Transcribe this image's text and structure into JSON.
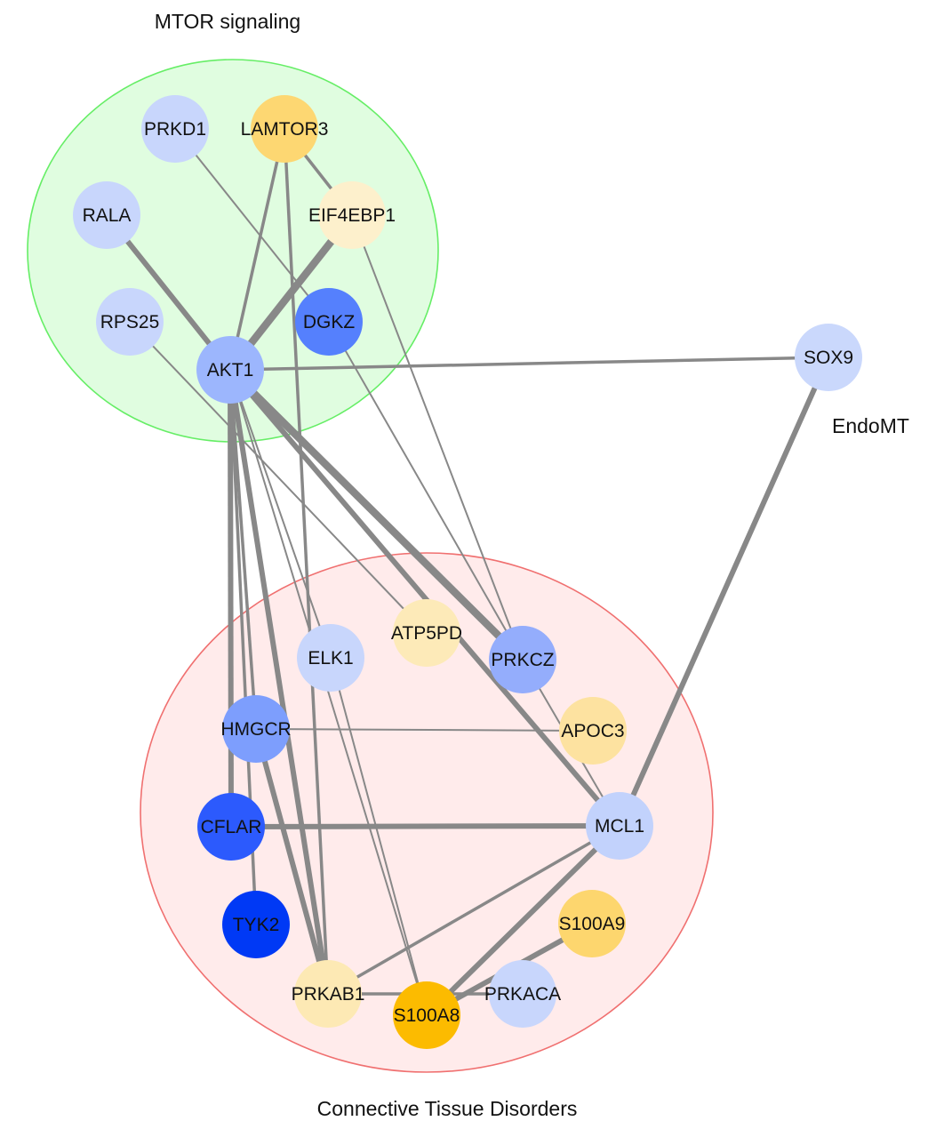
{
  "groups": [
    {
      "id": "mtor",
      "label": "MTOR signaling",
      "fill": "#e0fde0",
      "stroke": "#66ee66"
    },
    {
      "id": "ctd",
      "label": "Connective Tissue Disorders",
      "fill": "#ffebeb",
      "stroke": "#f07070"
    },
    {
      "id": "endomt",
      "label": "EndoMT"
    }
  ],
  "nodes": [
    {
      "id": "PRKD1",
      "label": "PRKD1",
      "color": "#c8d6fc",
      "group": "mtor"
    },
    {
      "id": "LAMTOR3",
      "label": "LAMTOR3",
      "color": "#fdd772",
      "group": "mtor"
    },
    {
      "id": "RALA",
      "label": "RALA",
      "color": "#c8d6fc",
      "group": "mtor"
    },
    {
      "id": "EIF4EBP1",
      "label": "EIF4EBP1",
      "color": "#fdf0cc",
      "group": "mtor"
    },
    {
      "id": "RPS25",
      "label": "RPS25",
      "color": "#c8d6fc",
      "group": "mtor"
    },
    {
      "id": "DGKZ",
      "label": "DGKZ",
      "color": "#5580fd",
      "group": "mtor"
    },
    {
      "id": "AKT1",
      "label": "AKT1",
      "color": "#9cb6fd",
      "group": "mtor"
    },
    {
      "id": "SOX9",
      "label": "SOX9",
      "color": "#cad8fc",
      "group": "endomt"
    },
    {
      "id": "ELK1",
      "label": "ELK1",
      "color": "#c8d6fc",
      "group": "ctd"
    },
    {
      "id": "ATP5PD",
      "label": "ATP5PD",
      "color": "#fdeab8",
      "group": "ctd"
    },
    {
      "id": "PRKCZ",
      "label": "PRKCZ",
      "color": "#94adfc",
      "group": "ctd"
    },
    {
      "id": "HMGCR",
      "label": "HMGCR",
      "color": "#7d9efd",
      "group": "ctd"
    },
    {
      "id": "APOC3",
      "label": "APOC3",
      "color": "#fde2a0",
      "group": "ctd"
    },
    {
      "id": "CFLAR",
      "label": "CFLAR",
      "color": "#2c5afd",
      "group": "ctd"
    },
    {
      "id": "MCL1",
      "label": "MCL1",
      "color": "#c2d2fc",
      "group": "ctd"
    },
    {
      "id": "TYK2",
      "label": "TYK2",
      "color": "#0039f5",
      "group": "ctd"
    },
    {
      "id": "S100A9",
      "label": "S100A9",
      "color": "#fdd66e",
      "group": "ctd"
    },
    {
      "id": "PRKAB1",
      "label": "PRKAB1",
      "color": "#fde9b4",
      "group": "ctd"
    },
    {
      "id": "S100A8",
      "label": "S100A8",
      "color": "#fcbb00",
      "group": "ctd"
    },
    {
      "id": "PRKACA",
      "label": "PRKACA",
      "color": "#c8d6fc",
      "group": "ctd"
    }
  ],
  "edges": [
    {
      "source": "AKT1",
      "target": "RALA",
      "weight": 3
    },
    {
      "source": "AKT1",
      "target": "EIF4EBP1",
      "weight": 4
    },
    {
      "source": "AKT1",
      "target": "LAMTOR3",
      "weight": 2
    },
    {
      "source": "AKT1",
      "target": "SOX9",
      "weight": 2
    },
    {
      "source": "AKT1",
      "target": "PRKCZ",
      "weight": 4
    },
    {
      "source": "AKT1",
      "target": "MCL1",
      "weight": 3
    },
    {
      "source": "AKT1",
      "target": "CFLAR",
      "weight": 3
    },
    {
      "source": "AKT1",
      "target": "TYK2",
      "weight": 2
    },
    {
      "source": "AKT1",
      "target": "HMGCR",
      "weight": 2
    },
    {
      "source": "AKT1",
      "target": "PRKAB1",
      "weight": 3
    },
    {
      "source": "AKT1",
      "target": "ELK1",
      "weight": 1
    },
    {
      "source": "AKT1",
      "target": "S100A8",
      "weight": 1
    },
    {
      "source": "LAMTOR3",
      "target": "EIF4EBP1",
      "weight": 2
    },
    {
      "source": "LAMTOR3",
      "target": "PRKAB1",
      "weight": 2
    },
    {
      "source": "PRKD1",
      "target": "DGKZ",
      "weight": 1
    },
    {
      "source": "RPS25",
      "target": "ATP5PD",
      "weight": 1
    },
    {
      "source": "DGKZ",
      "target": "PRKCZ",
      "weight": 1
    },
    {
      "source": "EIF4EBP1",
      "target": "PRKCZ",
      "weight": 1
    },
    {
      "source": "PRKCZ",
      "target": "MCL1",
      "weight": 1
    },
    {
      "source": "HMGCR",
      "target": "APOC3",
      "weight": 1
    },
    {
      "source": "HMGCR",
      "target": "PRKAB1",
      "weight": 3
    },
    {
      "source": "CFLAR",
      "target": "MCL1",
      "weight": 3
    },
    {
      "source": "MCL1",
      "target": "PRKAB1",
      "weight": 2
    },
    {
      "source": "MCL1",
      "target": "S100A8",
      "weight": 3
    },
    {
      "source": "S100A9",
      "target": "S100A8",
      "weight": 3
    },
    {
      "source": "PRKAB1",
      "target": "PRKACA",
      "weight": 2
    },
    {
      "source": "SOX9",
      "target": "MCL1",
      "weight": 3
    },
    {
      "source": "ELK1",
      "target": "S100A8",
      "weight": 1
    }
  ]
}
